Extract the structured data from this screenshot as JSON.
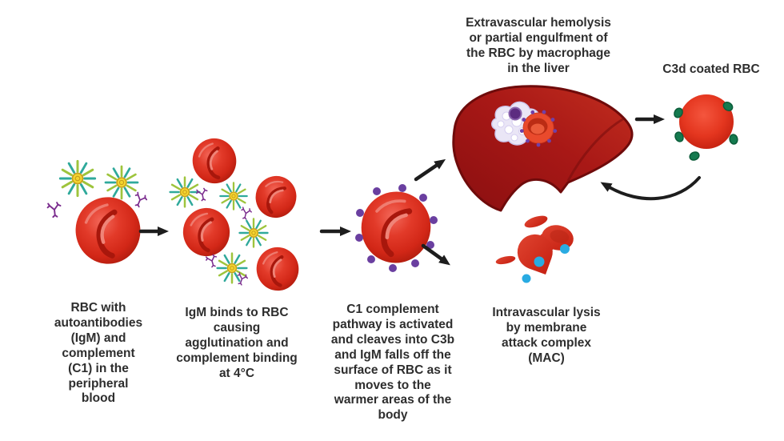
{
  "figure": {
    "background": "#ffffff",
    "captions": {
      "stage1": "RBC with\nautoantibodies\n(IgM) and\ncomplement\n(C1) in the\nperipheral\nblood",
      "stage2": "IgM binds to RBC\ncausing\nagglutination and\ncomplement binding\nat 4°C",
      "stage3": "C1 complement\npathway is activated\nand cleaves into C3b\nand IgM falls off the\nsurface of RBC as it\nmoves to the\nwarmer areas of the\nbody",
      "stage4": "Intravascular lysis\nby membrane\nattack complex\n(MAC)",
      "liver_stage": "Extravascular hemolysis\nor partial engulfment of\nthe RBC by macrophage\nin the liver",
      "c3d_label": "C3d coated RBC"
    },
    "colors": {
      "rbc_red": "#d92a1e",
      "rbc_shadow": "#a8170c",
      "rbc_highlight": "#ef8478",
      "liver_red": "#a81816",
      "liver_border": "#6f0b0b",
      "igm_center_yellow": "#f5d62f",
      "igm_ray_teal": "#2fa99b",
      "igm_ray_green": "#9ec43c",
      "antibody_purple": "#7b2d8e",
      "c3b_purple": "#6a3fa0",
      "mac_blue": "#29abe2",
      "c3d_green": "#147a4f",
      "arrow_black": "#1d1d1d",
      "text": "#2e2e2e"
    },
    "icons": {
      "rbc": "red-disc",
      "igm_pentamer": "yellow-star-burst",
      "antibody_c1": "purple-y",
      "c3b": "purple-dot",
      "mac": "blue-dot",
      "c3d": "green-dot",
      "macrophage": "white-blob-purple-nucleus",
      "liver": "dark-red-organ",
      "arrow": "black-arrow"
    }
  }
}
